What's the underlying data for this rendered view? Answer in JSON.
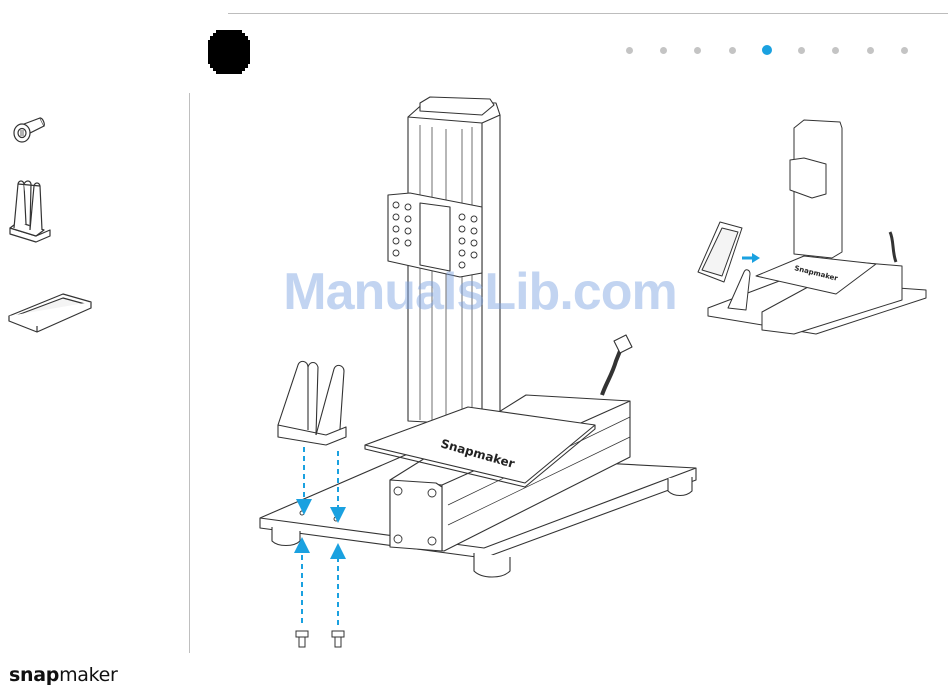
{
  "header": {
    "progress": {
      "total": 9,
      "current": 5
    },
    "colors": {
      "accent": "#1aa1e0",
      "dot": "#c4c4c4",
      "rule": "#bdbdbd"
    }
  },
  "parts": [
    {
      "icon": "screw-icon"
    },
    {
      "icon": "touchscreen-stand-icon"
    },
    {
      "icon": "touchscreen-icon"
    }
  ],
  "illustration": {
    "platform_label": "Snapmaker",
    "inset_platform_label": "Snapmaker"
  },
  "watermark": "ManualsLib.com",
  "footer": {
    "brand_bold": "snap",
    "brand_light": "maker"
  }
}
